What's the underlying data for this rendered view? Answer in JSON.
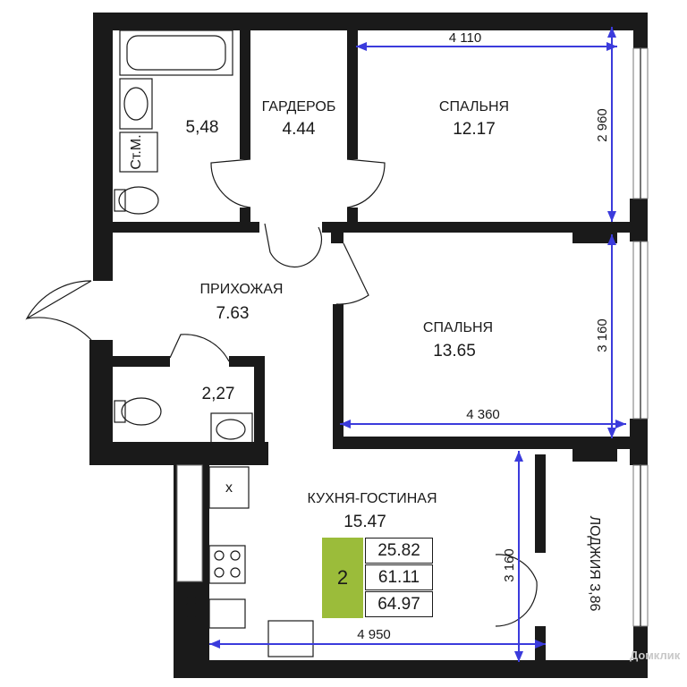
{
  "rooms": {
    "bathroom": {
      "area": "5,48"
    },
    "wardrobe": {
      "name": "ГАРДЕРОБ",
      "area": "4.44"
    },
    "bedroom1": {
      "name": "СПАЛЬНЯ",
      "area": "12.17"
    },
    "hallway": {
      "name": "ПРИХОЖАЯ",
      "area": "7.63"
    },
    "bedroom2": {
      "name": "СПАЛЬНЯ",
      "area": "13.65"
    },
    "toilet": {
      "area": "2,27"
    },
    "kitchen": {
      "name": "КУХНЯ-ГОСТИНАЯ",
      "area": "15.47"
    },
    "loggia": {
      "name": "ЛОДЖИЯ 3,86"
    }
  },
  "fixtures": {
    "washer_label": "Ст.М."
  },
  "dimensions": {
    "bedroom1_width": "4 110",
    "bedroom1_depth": "2 960",
    "bedroom2_depth": "3 160",
    "bedroom2_width": "4 360",
    "kitchen_depth": "3 160",
    "kitchen_width": "4 950"
  },
  "summary": {
    "rooms_count": "2",
    "living_area": "25.82",
    "total_area": "61.11",
    "total_with_loggia": "64.97"
  },
  "watermark": "Домклик",
  "colors": {
    "badge": "#9bbc3a",
    "dimension": "#3b3bdc",
    "wall": "#1a1a1a"
  }
}
